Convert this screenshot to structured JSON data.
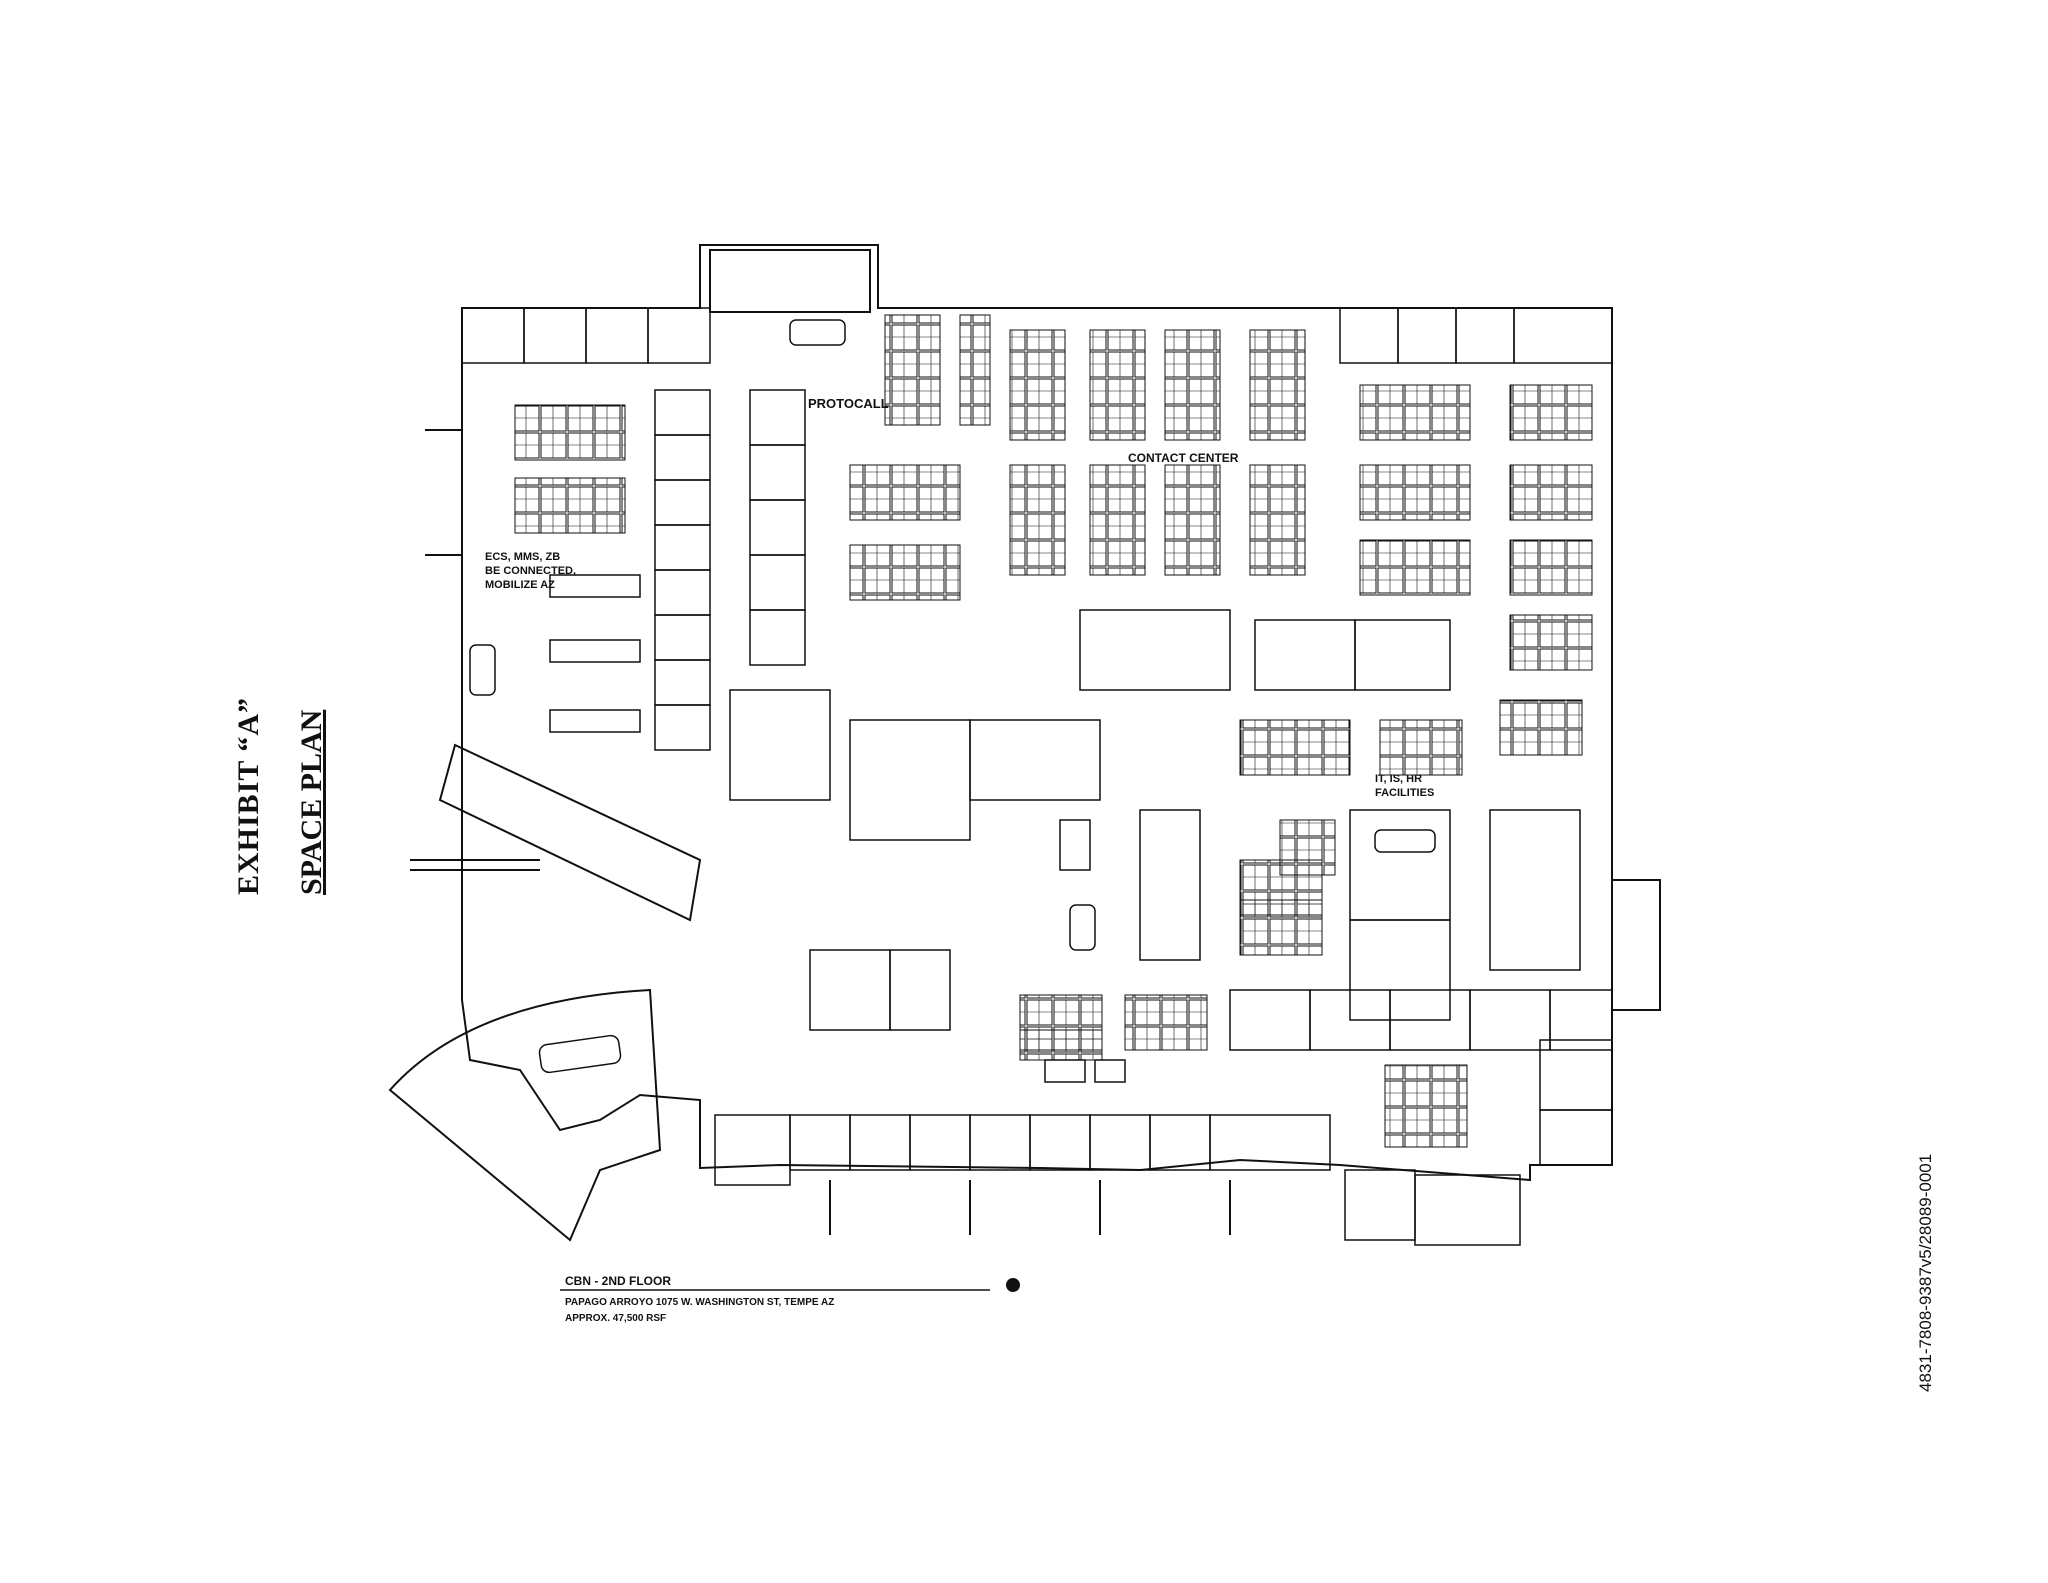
{
  "page": {
    "exhibit_title": "EXHIBIT “A”",
    "plan_title": "SPACE PLAN",
    "document_id": "4831-7808-9387v5/28089-0001"
  },
  "floor_plan": {
    "labels": {
      "protocall": "PROTOCALL",
      "contact_center": "CONTACT CENTER",
      "left_group_line1": "ECS, MMS, ZB",
      "left_group_line2": "BE CONNECTED,",
      "left_group_line3": "MOBILIZE AZ",
      "it_group_line1": "IT, IS, HR",
      "it_group_line2": "FACILITIES"
    },
    "title_block": {
      "line1": "CBN - 2ND FLOOR",
      "line2": "PAPAGO ARROYO 1075 W. WASHINGTON ST, TEMPE AZ",
      "line3": "APPROX. 47,500 RSF"
    }
  }
}
